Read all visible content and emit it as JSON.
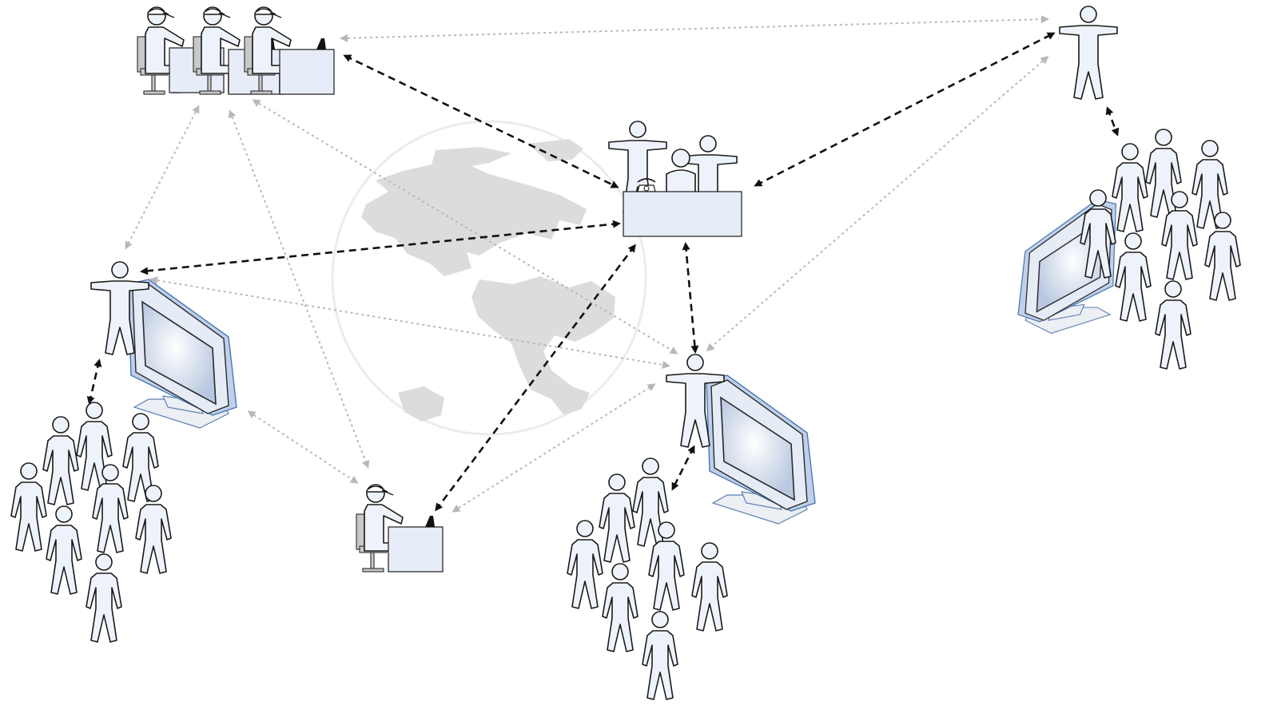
{
  "diagram": {
    "title": "",
    "nodes": [
      {
        "id": "operators-group",
        "kind": "three seated operators at desk"
      },
      {
        "id": "control-desk",
        "kind": "desk with three staff and telephone"
      },
      {
        "id": "instructor-left",
        "kind": "standing person with display"
      },
      {
        "id": "instructor-center",
        "kind": "standing person with display"
      },
      {
        "id": "instructor-right",
        "kind": "standing person with display"
      },
      {
        "id": "operator-single",
        "kind": "single seated operator at desk"
      },
      {
        "id": "audience-left",
        "kind": "group of people"
      },
      {
        "id": "audience-center",
        "kind": "group of people"
      },
      {
        "id": "audience-right",
        "kind": "group of people"
      }
    ],
    "links": [
      {
        "from": "operators-group",
        "to": "control-desk",
        "style": "black-dashed"
      },
      {
        "from": "control-desk",
        "to": "instructor-right",
        "style": "black-dashed"
      },
      {
        "from": "control-desk",
        "to": "instructor-left",
        "style": "black-dashed"
      },
      {
        "from": "control-desk",
        "to": "instructor-center",
        "style": "black-dashed"
      },
      {
        "from": "control-desk",
        "to": "operator-single",
        "style": "black-dashed"
      },
      {
        "from": "instructor-left",
        "to": "audience-left",
        "style": "black-dashed"
      },
      {
        "from": "instructor-center",
        "to": "audience-center",
        "style": "black-dashed"
      },
      {
        "from": "instructor-right",
        "to": "audience-right",
        "style": "black-dashed"
      },
      {
        "from": "operators-group",
        "to": "instructor-right",
        "style": "gray-dotted"
      },
      {
        "from": "operators-group",
        "to": "instructor-left",
        "style": "gray-dotted"
      },
      {
        "from": "operators-group",
        "to": "operator-single",
        "style": "gray-dotted"
      },
      {
        "from": "operators-group",
        "to": "instructor-center",
        "style": "gray-dotted"
      },
      {
        "from": "instructor-left",
        "to": "instructor-center",
        "style": "gray-dotted"
      },
      {
        "from": "instructor-left",
        "to": "operator-single",
        "style": "gray-dotted"
      },
      {
        "from": "operator-single",
        "to": "instructor-center",
        "style": "gray-dotted"
      },
      {
        "from": "instructor-right",
        "to": "instructor-center",
        "style": "gray-dotted"
      }
    ],
    "background_icon": "globe-icon",
    "colors": {
      "figure_fill": "#eef3fb",
      "screen_tint": "#bfd0ea",
      "link_black": "#111111",
      "link_gray": "#b8b8b8",
      "globe": "#dcdcdc"
    }
  }
}
